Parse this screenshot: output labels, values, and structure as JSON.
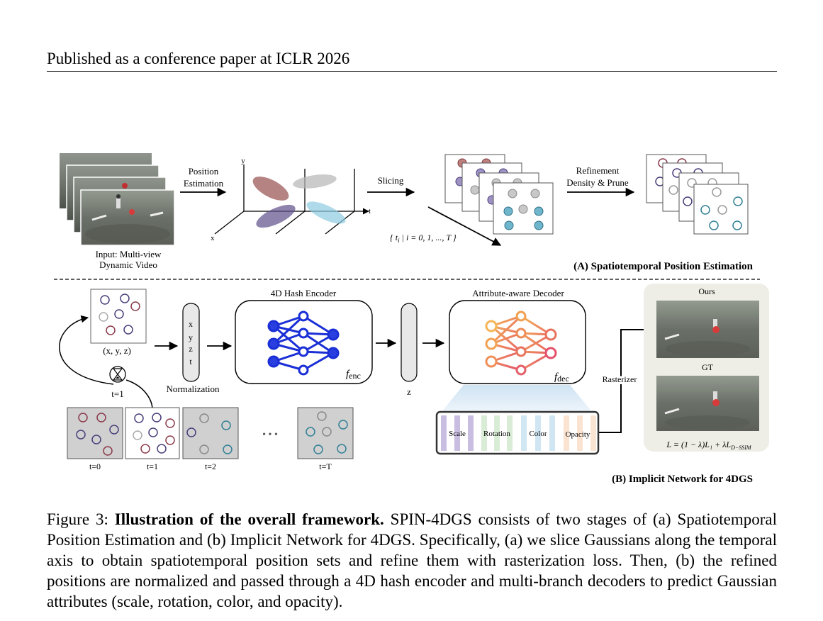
{
  "header": {
    "text": "Published as a conference paper at ICLR 2026"
  },
  "stageA": {
    "input_label_1": "Input: Multi-view",
    "input_label_2": "Dynamic Video",
    "pos_est_1": "Position",
    "pos_est_2": "Estimation",
    "axis_y": "y",
    "axis_x": "x",
    "axis_t": "t",
    "slicing": "Slicing",
    "set_label": "{ t",
    "set_sub": "i",
    "set_rest": " | i = 0, 1, ..., T }",
    "refine_1": "Refinement",
    "refine_2": "Density & Prune",
    "title": "(A)  Spatiotemporal Position Estimation"
  },
  "stageB": {
    "xyz_label": "(x, y, z)",
    "t1_label": "t=1",
    "vec_chars": [
      "x",
      "y",
      "z",
      "t"
    ],
    "normalization": "Normalization",
    "hash_title": "4D Hash Encoder",
    "f_enc": "f",
    "f_enc_sub": "enc",
    "z_label": "z",
    "decoder_title": "Attribute-aware Decoder",
    "f_dec": "f",
    "f_dec_sub": "dec",
    "attrs": [
      "Scale",
      "Rotation",
      "Color",
      "Opacity"
    ],
    "rasterizer": "Rasterizer",
    "ours": "Ours",
    "gt": "GT",
    "loss": "L = (1 − λ)L₁ + λL",
    "loss_sub": "D−SSIM",
    "frames": [
      "t=0",
      "t=1",
      "t=2",
      "t=T"
    ],
    "dots": "•   •   •",
    "title": "(B)  Implicit Network for 4DGS"
  },
  "caption": {
    "prefix": "Figure 3: ",
    "bold": "Illustration of the overall framework.",
    "body": " SPIN-4DGS consists of two stages of (a) Spatiotemporal Position Estimation and (b) Implicit Network for 4DGS. Specifically, (a) we slice Gaussians along the temporal axis to obtain spatiotemporal position sets and refine them with rasterization loss. Then, (b) the refined positions are normalized and passed through a 4D hash encoder and multi-branch decoders to predict Gaussian attributes (scale, rotation, color, and opacity)."
  },
  "colors": {
    "red": "#9e4a52",
    "purple": "#5e4f8a",
    "gray": "#a9a9a9",
    "teal": "#3b8aa0",
    "hash_blue": "#1a2fd6",
    "dec_orange": "#f0a050",
    "dec_pink": "#e45a6a",
    "video_bg": "#707a70"
  }
}
